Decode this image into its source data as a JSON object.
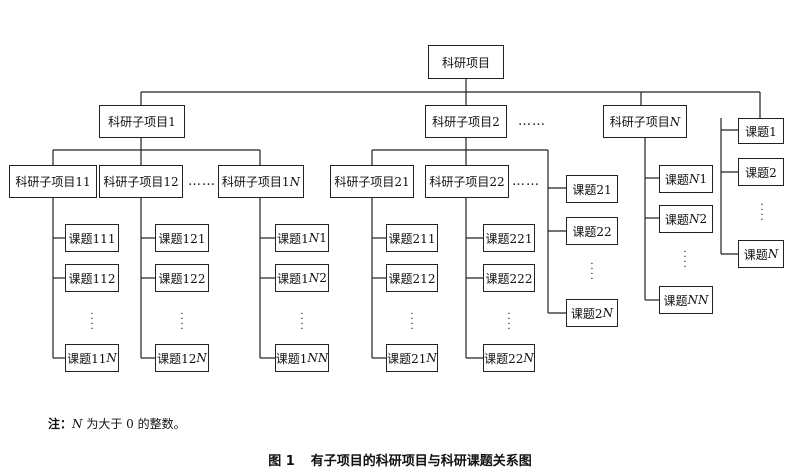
{
  "diagram": {
    "root": "科研项目",
    "p1": "科研子项目1",
    "p2": "科研子项目2",
    "pN_prefix": "科研子项目",
    "pN_var": "N",
    "p11": "科研子项目11",
    "p12": "科研子项目12",
    "p1N_prefix": "科研子项目1",
    "p1N_var": "N",
    "p21": "科研子项目21",
    "p22": "科研子项目22",
    "t111": "课题111",
    "t112": "课题112",
    "t11N_prefix": "课题11",
    "t11N_var": "N",
    "t121": "课题121",
    "t122": "课题122",
    "t12N_prefix": "课题12",
    "t12N_var": "N",
    "t1N1_prefix": "课题1",
    "t1N1_var": "N",
    "t1N1_suffix": "1",
    "t1N2_prefix": "课题1",
    "t1N2_var": "N",
    "t1N2_suffix": "2",
    "t1NN_prefix": "课题1",
    "t1NN_var": "NN",
    "t211": "课题211",
    "t212": "课题212",
    "t21N_prefix": "课题21",
    "t21N_var": "N",
    "t221": "课题221",
    "t222": "课题222",
    "t22N_prefix": "课题22",
    "t22N_var": "N",
    "t21": "课题21",
    "t22": "课题22",
    "t2N_prefix": "课题2",
    "t2N_var": "N",
    "tN1_prefix": "课题",
    "tN1_var": "N",
    "tN1_suffix": "1",
    "tN2_prefix": "课题",
    "tN2_var": "N",
    "tN2_suffix": "2",
    "tNN_prefix": "课题",
    "tNN_var": "NN",
    "t1": "课题1",
    "t2": "课题2",
    "tN_prefix": "课题",
    "tN_var": "N",
    "ellipsis_h": "……",
    "ellipsis_v": "⋮"
  },
  "note": {
    "label": "注：",
    "var": "N",
    "text": " 为大于 0 的整数。"
  },
  "caption": {
    "number": "图 1",
    "title": "有子项目的科研项目与科研课题关系图"
  }
}
